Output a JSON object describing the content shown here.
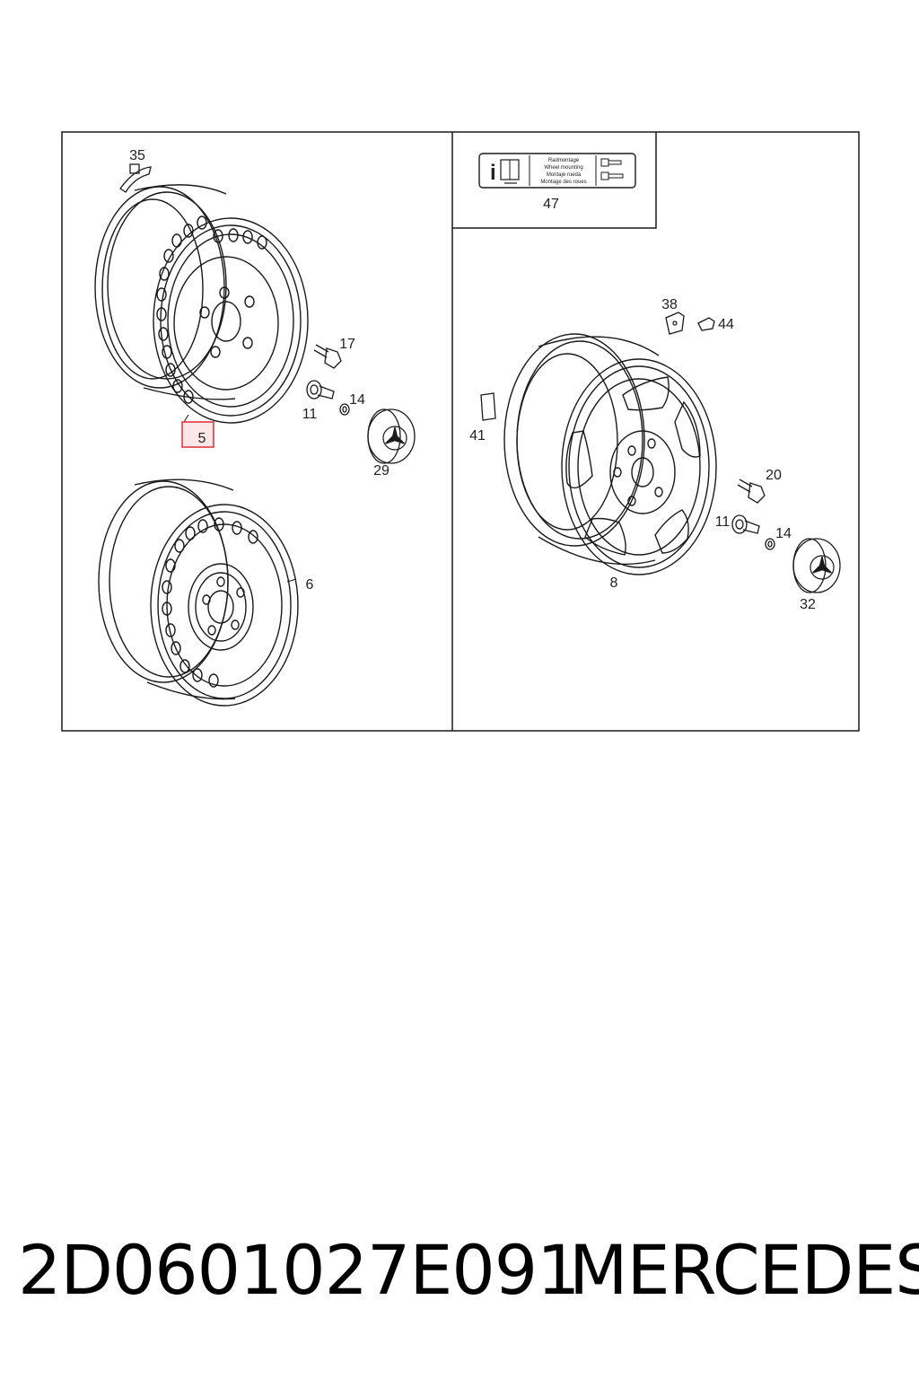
{
  "diagram": {
    "callouts": {
      "c35": "35",
      "c5": "5",
      "c6": "6",
      "c17": "17",
      "c11a": "11",
      "c14a": "14",
      "c29": "29",
      "c47": "47",
      "c38": "38",
      "c44": "44",
      "c41": "41",
      "c8": "8",
      "c20": "20",
      "c11b": "11",
      "c14b": "14",
      "c32": "32"
    },
    "label_47": {
      "line1": "Radmontage",
      "line2": "Wheel mounting",
      "line3": "Montaje rueda",
      "line4": "Montage des roues"
    },
    "highlight_part": "5",
    "highlight_color": "#e0393e",
    "line_color": "#1a1a1a"
  },
  "footer": {
    "part_number": "2D0601027E091",
    "brand": "MERCEDES"
  }
}
